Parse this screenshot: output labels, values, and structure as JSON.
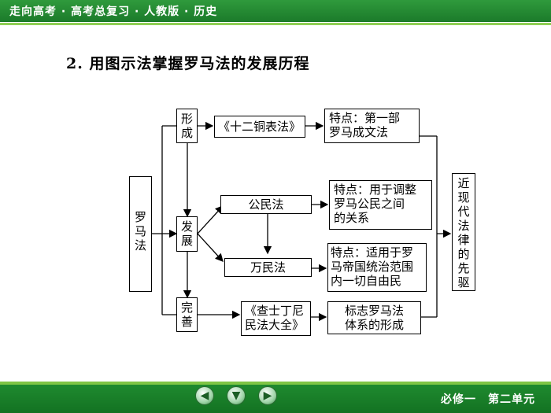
{
  "header": {
    "title": "走向高考 · 高考总复习 · 人教版 · 历史"
  },
  "heading": "2.  用图示法掌握罗马法的发展历程",
  "diagram": {
    "root": "罗\n马\n法",
    "stage_xingcheng": "形\n成",
    "stage_fazhan": "发\n展",
    "stage_wanshan": "完\n善",
    "twelve_tables": "《十二铜表法》",
    "twelve_tables_note": "特点：第一部\n罗马成文法",
    "civil_law": "公民法",
    "civil_law_note": "特点：用于调整\n罗马公民之间\n的关系",
    "law_of_nations": "万民法",
    "law_of_nations_note": "特点：适用于罗\n马帝国统治范围\n内一切自由民",
    "corpus": "《查士丁尼\n民法大全》",
    "corpus_note": "标志罗马法\n体系的形成",
    "modern": "近\n现\n代\n法\n律\n的\n先\n驱"
  },
  "footer": {
    "label": "必修一　第二单元"
  },
  "nav": {
    "prev_icon": "arrow-left-icon",
    "down_icon": "arrow-down-icon",
    "next_icon": "arrow-right-icon"
  }
}
